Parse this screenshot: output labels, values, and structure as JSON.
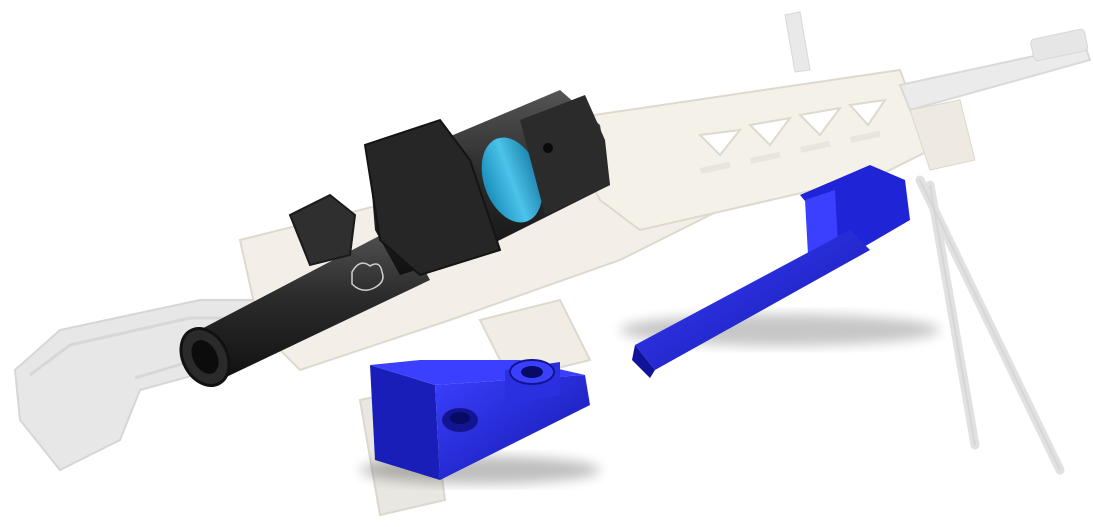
{
  "scene": {
    "background": "#ffffff",
    "colors": {
      "rifle_ghost": "#f1ede4",
      "rifle_ghost_edge": "#d9d3c6",
      "rifle_ghost_gray": "#e4e4e4",
      "scope_body": "#2c2c2c",
      "scope_body_light": "#4a4a4a",
      "scope_dark": "#151515",
      "scope_accent": "#2ba3cf",
      "scope_accent_light": "#6fd0ee",
      "part_blue": "#1f24d6",
      "part_blue_dark": "#10139a",
      "part_blue_light": "#3b40ff"
    },
    "objects": [
      {
        "name": "ghosted-rifle",
        "description_icon": "rifle-icon"
      },
      {
        "name": "scope",
        "description_icon": "scope-icon"
      },
      {
        "name": "blue-mount-bracket",
        "description_icon": "bracket-icon"
      },
      {
        "name": "blue-arm-part",
        "description_icon": "arm-icon"
      }
    ]
  }
}
